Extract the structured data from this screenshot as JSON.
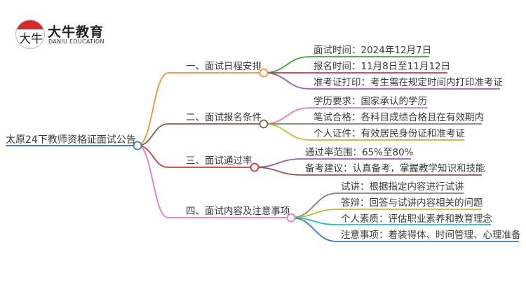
{
  "logo": {
    "mark": "大牛",
    "name": "大牛教育",
    "tagline": "DANIU EDUCATION"
  },
  "root": {
    "label": "太原24下教师资格证面试公告",
    "color": "#3a7fc4"
  },
  "branches": [
    {
      "label": "一、面试日程安排",
      "color": "#f5922f",
      "children": [
        {
          "label": "面试时间：2024年12月7日",
          "color": "#3aaa35"
        },
        {
          "label": "报名时间：11月8日至11月12日",
          "color": "#d9333f"
        },
        {
          "label": "准考证打印：考生需在规定时间内打印准考证",
          "color": "#9b59c6"
        }
      ]
    },
    {
      "label": "二、面试报名条件",
      "color": "#8b5a4a",
      "children": [
        {
          "label": "学历要求：国家承认的学历",
          "color": "#e87ac4"
        },
        {
          "label": "笔试合格：各科目成绩合格且在有效期内",
          "color": "#7f7f7f"
        },
        {
          "label": "个人证件：有效居民身份证和准考证",
          "color": "#bdbd2a"
        }
      ]
    },
    {
      "label": "三、面试通过率",
      "color": "#d9333f",
      "children": [
        {
          "label": "通过率范围：65%至80%",
          "color": "#9b59c6"
        },
        {
          "label": "备考建议：认真备考，掌握教学知识和技能",
          "color": "#8b5a4a"
        }
      ]
    },
    {
      "label": "四、面试内容及注意事项",
      "color": "#e87ac4",
      "children": [
        {
          "label": "试讲：根据指定内容进行试讲",
          "color": "#7f7f7f"
        },
        {
          "label": "答辩：回答与试讲内容相关的问题",
          "color": "#bdbd2a"
        },
        {
          "label": "个人素质：评估职业素养和教育理念",
          "color": "#26bcd0"
        },
        {
          "label": "注意事项：着装得体、时间管理、心理准备",
          "color": "#3a7fc4"
        }
      ]
    }
  ]
}
